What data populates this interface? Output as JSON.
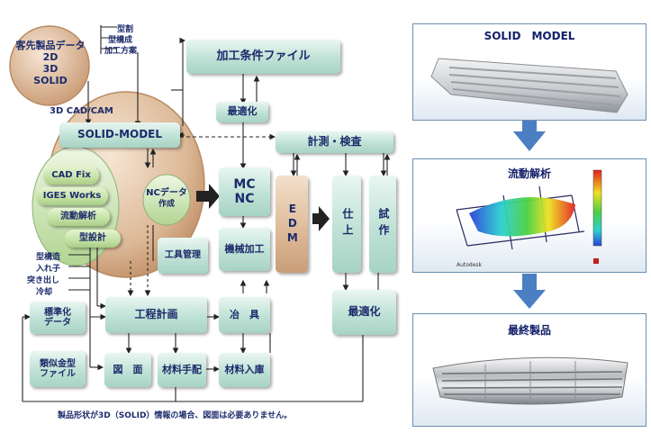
{
  "left": {
    "customer_data": {
      "line1": "客先製品データ",
      "line2": "2D",
      "line3": "3D",
      "line4": "SOLID"
    },
    "top_notes": [
      "型割",
      "型構成",
      "加工方案"
    ],
    "cad_cam_label": "3D CAD/CAM",
    "solid_model": "SOLID-MODEL",
    "cad_fix": "CAD Fix",
    "iges_works": "IGES Works",
    "flow_analysis": "流動解析",
    "mold_design": "型設計",
    "nc_data": {
      "line1": "NCデータ",
      "line2": "作成"
    },
    "tool_management": "工具管理",
    "side_notes": [
      "型構造",
      "入れ子",
      "突き出し",
      "冷却"
    ],
    "standard_data": {
      "line1": "標準化",
      "line2": "データ"
    },
    "similar_mold": {
      "line1": "類似金型",
      "line2": "ファイル"
    },
    "process_plan": "工程計画",
    "drawing": "図　面",
    "material_arrange": "材料手配",
    "processing_file": "加工条件ファイル",
    "optimize_top": "最適化",
    "mc_nc": {
      "line1": "MC",
      "line2": "NC"
    },
    "machining": "機械加工",
    "edm": "EDM",
    "measurement": "計測・検査",
    "finishing": "仕上",
    "trial": "試作",
    "jig": "冶　具",
    "material_receipt": "材料入庫",
    "optimize_bottom": "最適化",
    "footnote": "製品形状が3D（SOLID）情報の場合、図面は必要ありません。"
  },
  "right": {
    "panel1_title": "SOLID　MODEL",
    "panel2_title": "流動解析",
    "panel2_brand": "Autodesk",
    "panel3_title": "最終製品"
  },
  "colors": {
    "box_teal": "#bfe2d6",
    "box_tan": "#dcb896",
    "oval": "#d9b08c",
    "text_navy": "#1c2b6b",
    "arrow_blue": "#4a7fc4"
  }
}
